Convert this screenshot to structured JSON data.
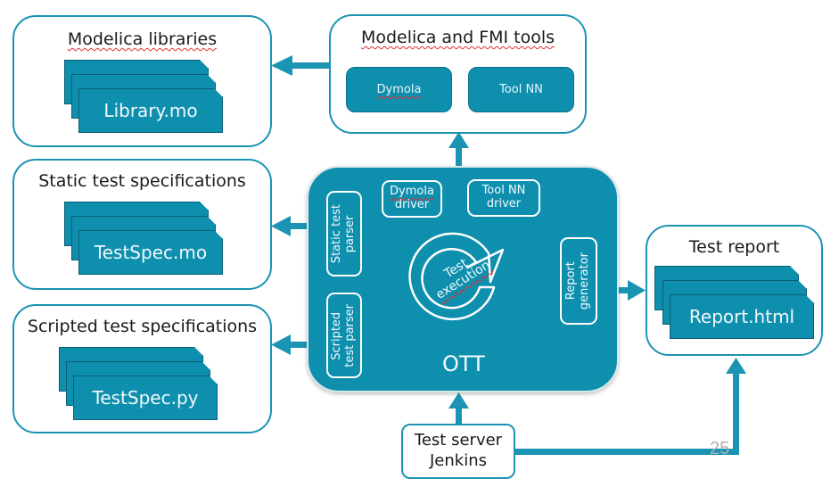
{
  "colors": {
    "accent": "#0f8fae",
    "border": "#1b94b3",
    "text": "#1a1a1a",
    "spellcheck": "#e03030"
  },
  "modelica_libraries": {
    "title": "Modelica libraries",
    "file": "Library.mo"
  },
  "modelica_fmi_tools": {
    "title_part1": "Modelica and FMI tools",
    "tools": [
      "Dymola",
      "Tool NN"
    ]
  },
  "static_specs": {
    "title": "Static test specifications",
    "file": "TestSpec.mo"
  },
  "scripted_specs": {
    "title": "Scripted test specifications",
    "file": "TestSpec.py"
  },
  "ott": {
    "label": "OTT",
    "dymola_driver": [
      "Dymola",
      "driver"
    ],
    "toolnn_driver": [
      "Tool NN",
      "driver"
    ],
    "static_parser": [
      "Static test",
      "parser"
    ],
    "scripted_parser": [
      "Scripted",
      "test parser"
    ],
    "report_generator": [
      "Report",
      "generator"
    ],
    "test_execution": [
      "Test",
      "execution"
    ]
  },
  "test_report": {
    "title": "Test report",
    "file": "Report.html"
  },
  "test_server": {
    "line1": "Test server",
    "line2": "Jenkins"
  },
  "page_number": "25"
}
